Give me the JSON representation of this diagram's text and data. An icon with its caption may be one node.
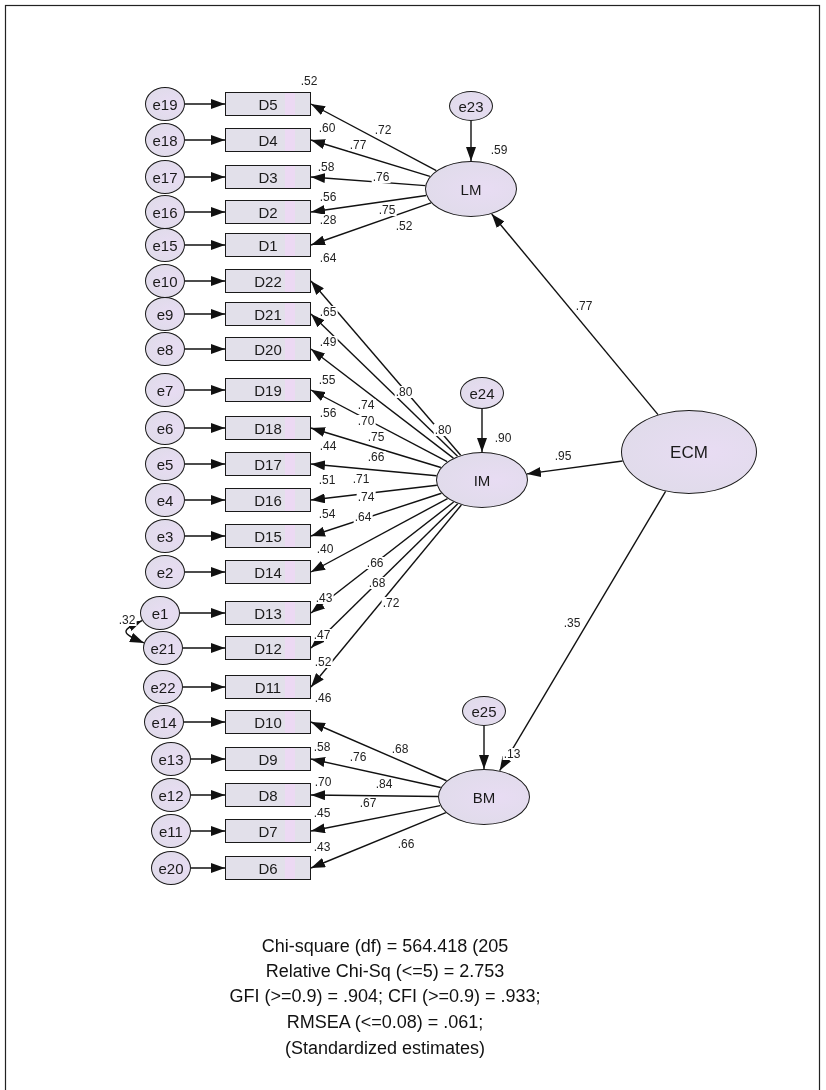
{
  "diagram": {
    "nodes": [
      {
        "text": [
          "e19"
        ]
      },
      {
        "text": [
          "D5"
        ],
        "beside": [
          ".52"
        ]
      },
      {
        "text": [
          "e18"
        ]
      },
      {
        "text": [
          "D4"
        ],
        "beside": [
          ".60"
        ]
      },
      {
        "text": [
          "e17"
        ]
      },
      {
        "text": [
          "D3"
        ],
        "beside": [
          ".58"
        ]
      },
      {
        "text": [
          "e16"
        ]
      },
      {
        "text": [
          "D2"
        ],
        "beside": [
          ".56"
        ]
      },
      {
        "text": [
          "e15"
        ]
      },
      {
        "text": [
          "D1"
        ],
        "beside": [
          ".28"
        ]
      },
      {
        "text": [
          "e10"
        ]
      },
      {
        "text": [
          "D22"
        ],
        "beside": [
          ".64"
        ]
      },
      {
        "text": [
          "e9"
        ]
      },
      {
        "text": [
          "D21"
        ],
        "beside": [
          ".65"
        ]
      },
      {
        "text": [
          "e8"
        ]
      },
      {
        "text": [
          "D20"
        ],
        "beside": [
          ".49"
        ]
      },
      {
        "text": [
          "e7"
        ]
      },
      {
        "text": [
          "D19"
        ],
        "beside": [
          ".55"
        ]
      },
      {
        "text": [
          "e6"
        ]
      },
      {
        "text": [
          "D18"
        ],
        "beside": [
          ".56"
        ]
      },
      {
        "text": [
          "e5"
        ]
      },
      {
        "text": [
          "D17"
        ],
        "beside": [
          ".44"
        ]
      },
      {
        "text": [
          "e4"
        ]
      },
      {
        "text": [
          "D16"
        ],
        "beside": [
          ".51"
        ]
      },
      {
        "text": [
          "e3"
        ]
      },
      {
        "text": [
          "D15"
        ],
        "beside": [
          ".54"
        ]
      },
      {
        "text": [
          "e2"
        ]
      },
      {
        "text": [
          "D14"
        ],
        "beside": [
          ".40"
        ]
      },
      {
        "text": [
          "e1"
        ]
      },
      {
        "text": [
          "D13"
        ],
        "beside": [
          ".43"
        ]
      },
      {
        "text": [
          "e21"
        ]
      },
      {
        "text": [
          "D12"
        ],
        "beside": [
          ".47"
        ]
      },
      {
        "text": [
          "e22"
        ]
      },
      {
        "text": [
          "D11"
        ],
        "beside": [
          ".52"
        ]
      },
      {
        "text": [
          "e14"
        ]
      },
      {
        "text": [
          "D10"
        ],
        "beside": [
          ".46"
        ]
      },
      {
        "text": [
          "e13"
        ]
      },
      {
        "text": [
          "D9"
        ],
        "beside": [
          ".58"
        ]
      },
      {
        "text": [
          "e12"
        ]
      },
      {
        "text": [
          "D8"
        ],
        "beside": [
          ".70"
        ]
      },
      {
        "text": [
          "e11"
        ]
      },
      {
        "text": [
          "D7"
        ],
        "beside": [
          ".45"
        ]
      },
      {
        "text": [
          "e20"
        ]
      },
      {
        "text": [
          "D6"
        ],
        "beside": [
          ".43"
        ]
      },
      {
        "text": [
          "e23"
        ]
      },
      {
        "text": [
          "LM"
        ],
        "beside": [
          ".59"
        ]
      },
      {
        "text": [
          "e24"
        ]
      },
      {
        "text": [
          "IM"
        ],
        "beside": [
          ".90"
        ]
      },
      {
        "text": [
          "ECM"
        ]
      },
      {
        "text": [
          "e25"
        ]
      },
      {
        "text": [
          "BM"
        ],
        "beside": [
          ".13"
        ]
      }
    ],
    "edges": [
      {
        "from": 0,
        "to": 1,
        "arrow": "to"
      },
      {
        "from": 2,
        "to": 3,
        "arrow": "to"
      },
      {
        "from": 4,
        "to": 5,
        "arrow": "to"
      },
      {
        "from": 6,
        "to": 7,
        "arrow": "to"
      },
      {
        "from": 8,
        "to": 9,
        "arrow": "to"
      },
      {
        "from": 10,
        "to": 11,
        "arrow": "to"
      },
      {
        "from": 12,
        "to": 13,
        "arrow": "to"
      },
      {
        "from": 14,
        "to": 15,
        "arrow": "to"
      },
      {
        "from": 16,
        "to": 17,
        "arrow": "to"
      },
      {
        "from": 18,
        "to": 19,
        "arrow": "to"
      },
      {
        "from": 20,
        "to": 21,
        "arrow": "to"
      },
      {
        "from": 22,
        "to": 23,
        "arrow": "to"
      },
      {
        "from": 24,
        "to": 25,
        "arrow": "to"
      },
      {
        "from": 26,
        "to": 27,
        "arrow": "to"
      },
      {
        "from": 28,
        "to": 29,
        "arrow": "to"
      },
      {
        "from": 30,
        "to": 31,
        "arrow": "to"
      },
      {
        "from": 32,
        "to": 33,
        "arrow": "to"
      },
      {
        "from": 34,
        "to": 35,
        "arrow": "to"
      },
      {
        "from": 36,
        "to": 37,
        "arrow": "to"
      },
      {
        "from": 38,
        "to": 39,
        "arrow": "to"
      },
      {
        "from": 40,
        "to": 41,
        "arrow": "to"
      },
      {
        "from": 42,
        "to": 43,
        "arrow": "to"
      },
      {
        "from": 45,
        "to": 1,
        "arrow": "to",
        "label": ".72"
      },
      {
        "from": 45,
        "to": 3,
        "arrow": "to",
        "label": ".77"
      },
      {
        "from": 45,
        "to": 5,
        "arrow": "to",
        "label": ".76"
      },
      {
        "from": 45,
        "to": 7,
        "arrow": "to",
        "label": ".75"
      },
      {
        "from": 45,
        "to": 9,
        "arrow": "to",
        "label": ".52"
      },
      {
        "from": 47,
        "to": 11,
        "arrow": "to",
        "label": ".80"
      },
      {
        "from": 47,
        "to": 13,
        "arrow": "to",
        "label": ".80"
      },
      {
        "from": 47,
        "to": 15,
        "arrow": "to",
        "label": ".70"
      },
      {
        "from": 47,
        "to": 17,
        "arrow": "to",
        "label": ".74"
      },
      {
        "from": 47,
        "to": 19,
        "arrow": "to",
        "label": ".75"
      },
      {
        "from": 47,
        "to": 21,
        "arrow": "to",
        "label": ".66"
      },
      {
        "from": 47,
        "to": 23,
        "arrow": "to",
        "label": ".71"
      },
      {
        "from": 47,
        "to": 25,
        "arrow": "to",
        "label": ".74"
      },
      {
        "from": 47,
        "to": 27,
        "arrow": "to",
        "label": ".64"
      },
      {
        "from": 47,
        "to": 29,
        "arrow": "to",
        "label": ".66"
      },
      {
        "from": 47,
        "to": 31,
        "arrow": "to",
        "label": ".68"
      },
      {
        "from": 47,
        "to": 33,
        "arrow": "to",
        "label": ".72"
      },
      {
        "from": 50,
        "to": 35,
        "arrow": "to",
        "label": ".68"
      },
      {
        "from": 50,
        "to": 37,
        "arrow": "to",
        "label": ".76"
      },
      {
        "from": 50,
        "to": 39,
        "arrow": "to",
        "label": ".84"
      },
      {
        "from": 50,
        "to": 41,
        "arrow": "to",
        "label": ".67"
      },
      {
        "from": 50,
        "to": 43,
        "arrow": "to",
        "label": ".66"
      },
      {
        "from": 44,
        "to": 45,
        "arrow": "to"
      },
      {
        "from": 46,
        "to": 47,
        "arrow": "to"
      },
      {
        "from": 49,
        "to": 50,
        "arrow": "to"
      },
      {
        "from": 48,
        "to": 45,
        "arrow": "to",
        "label": ".77"
      },
      {
        "from": 48,
        "to": 47,
        "arrow": "to",
        "label": ".95"
      },
      {
        "from": 48,
        "to": 50,
        "arrow": "to",
        "label": ".35"
      },
      {
        "from": 28,
        "to": 30,
        "arrow": "both",
        "label": ".32"
      }
    ],
    "labels": [
      "Chi-square (df) = 564.418 (205",
      "Relative Chi-Sq (<=5) = 2.753",
      "GFI (>=0.9) = .904; CFI (>=0.9) = .933;",
      "RMSEA (<=0.08) = .061;",
      "(Standardized estimates)"
    ]
  }
}
